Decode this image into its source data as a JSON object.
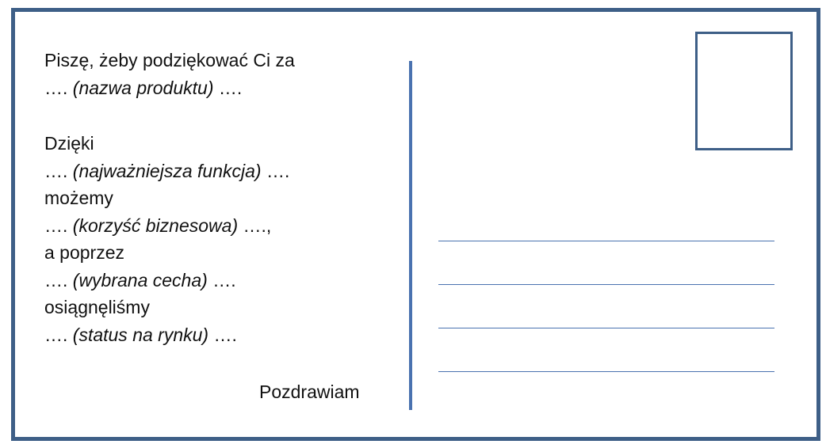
{
  "postcard": {
    "message_lines": [
      {
        "text": "Piszę, żeby podziękować Ci za"
      },
      {
        "prefix": "…. ",
        "placeholder": "(nazwa produktu)",
        "suffix": " …."
      },
      {
        "text": "Dzięki"
      },
      {
        "prefix": "…. ",
        "placeholder": "(najważniejsza funkcja)",
        "suffix": " …."
      },
      {
        "text": "możemy"
      },
      {
        "prefix": "…. ",
        "placeholder": "(korzyść biznesowa)",
        "suffix": " ….,"
      },
      {
        "text": "a poprzez"
      },
      {
        "prefix": "…. ",
        "placeholder": "(wybrana cecha)",
        "suffix": " …."
      },
      {
        "text": "osiągnęliśmy"
      },
      {
        "prefix": "…. ",
        "placeholder": "(status na rynku)",
        "suffix": " …."
      }
    ],
    "greeting": "Pozdrawiam",
    "colors": {
      "border": "#3e5f87",
      "divider": "#4a72b0",
      "address_lines": "#4a72b0"
    }
  }
}
